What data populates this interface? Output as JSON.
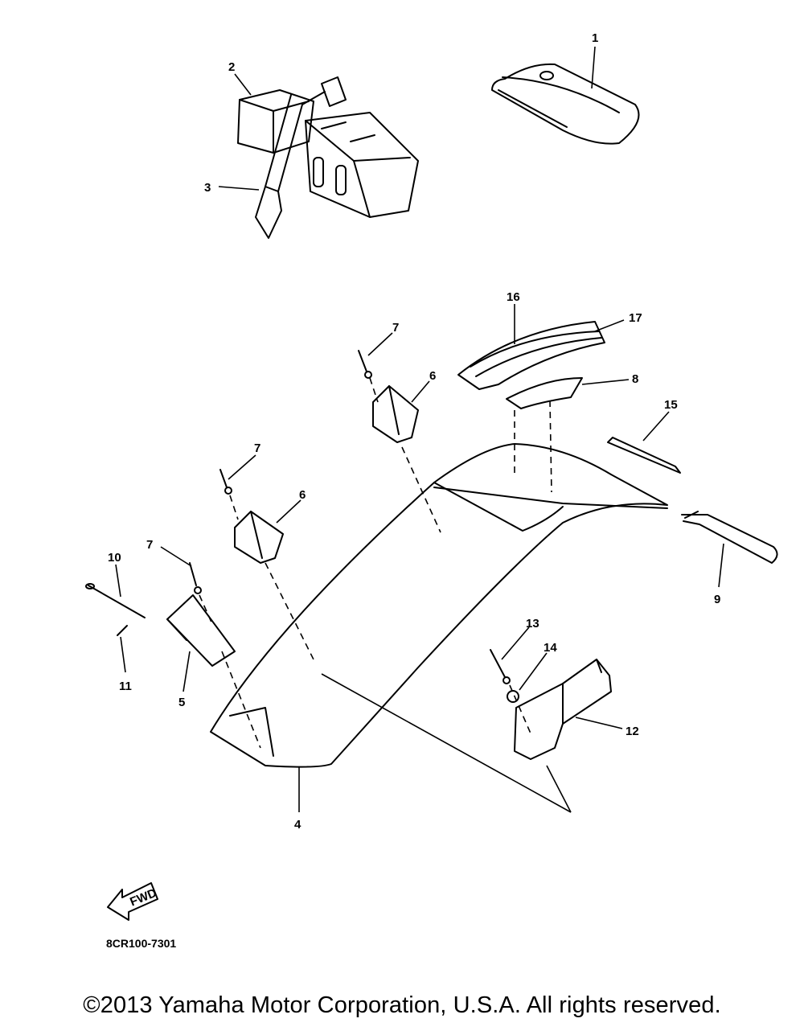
{
  "diagram": {
    "code": "8CR100-7301",
    "fwd_arrow_label": "FWD",
    "callouts": [
      "1",
      "2",
      "3",
      "16",
      "17",
      "7",
      "6",
      "8",
      "15",
      "7",
      "6",
      "7",
      "10",
      "9",
      "13",
      "14",
      "11",
      "5",
      "12",
      "4"
    ]
  },
  "copyright": "©2013 Yamaha Motor Corporation, U.S.A. All rights reserved."
}
